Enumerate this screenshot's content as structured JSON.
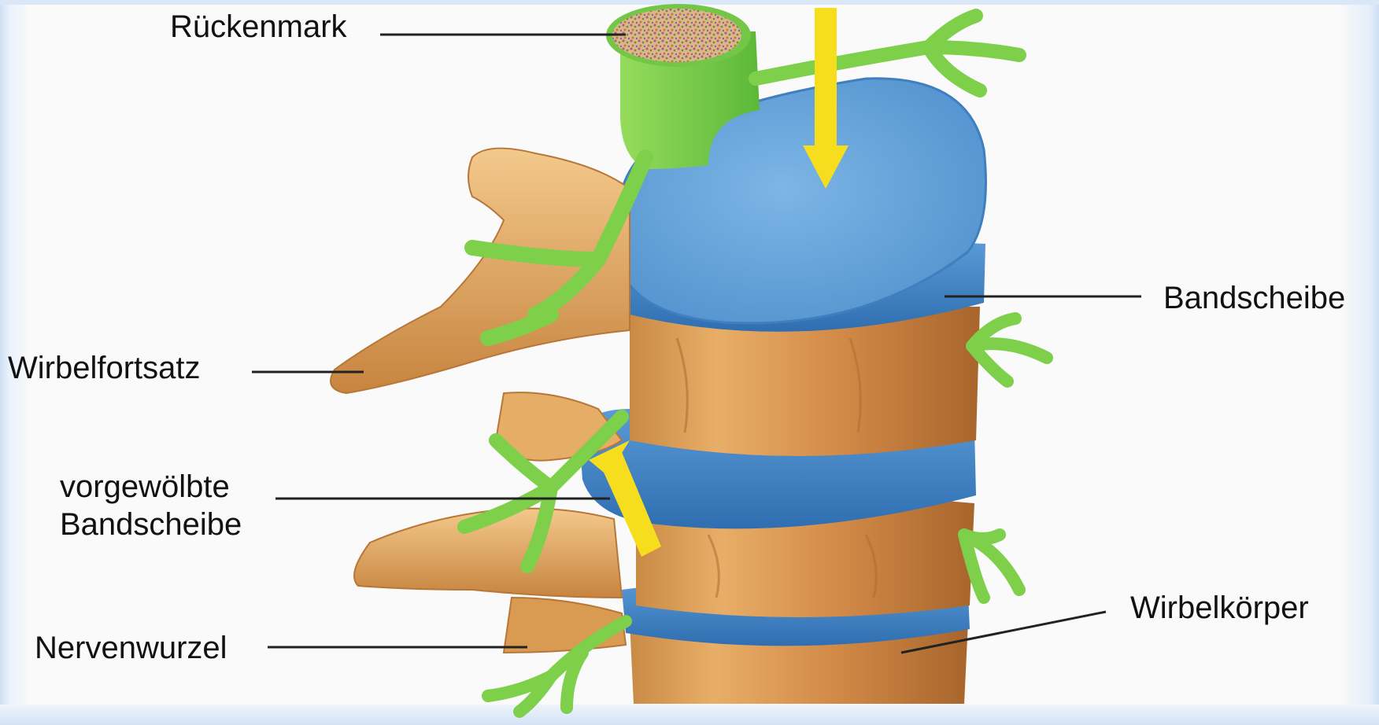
{
  "labels": {
    "rueckenmark": "Rückenmark",
    "bandscheibe": "Bandscheibe",
    "wirbelfortsatz": "Wirbelfortsatz",
    "vorgewoelbte_line1": "vorgewölbte",
    "vorgewoelbte_line2": "Bandscheibe",
    "nervenwurzel": "Nervenwurzel",
    "wirbelkoerper": "Wirbelkörper"
  },
  "colors": {
    "bone": "#e9b06a",
    "bone_dark": "#b8702f",
    "disc": "#6aa8dc",
    "disc_dark": "#3f7fbf",
    "nerve": "#7ecf4a",
    "nerve_dark": "#4ea32d",
    "arrow": "#f6de1f",
    "leader_line": "#222222"
  }
}
